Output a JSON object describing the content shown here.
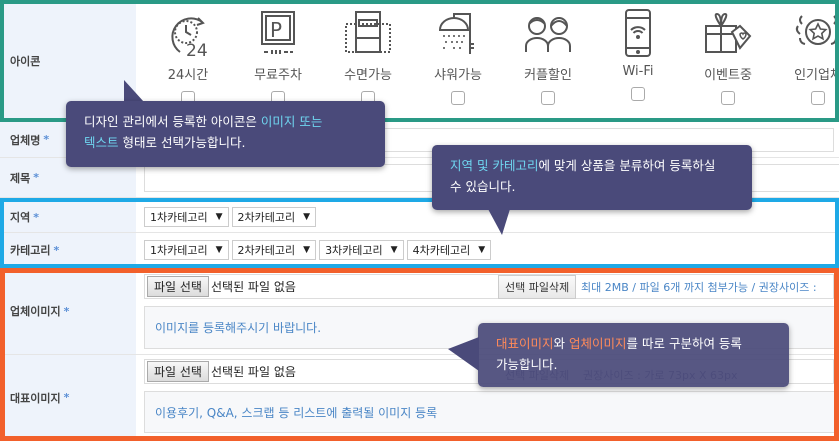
{
  "rows": {
    "icons": {
      "label": "아이콘"
    },
    "company_name": {
      "label": "업체명",
      "required": "*"
    },
    "title": {
      "label": "제목",
      "required": "*"
    },
    "region": {
      "label": "지역",
      "required": "*"
    },
    "category": {
      "label": "카테고리",
      "required": "*"
    },
    "company_image": {
      "label": "업체이미지",
      "required": "*"
    },
    "main_image": {
      "label": "대표이미지",
      "required": "*"
    }
  },
  "icons": [
    {
      "name": "24-hours-icon",
      "label": "24시간"
    },
    {
      "name": "parking-icon",
      "label": "무료주차"
    },
    {
      "name": "bed-icon",
      "label": "수면가능"
    },
    {
      "name": "shower-icon",
      "label": "샤워가능"
    },
    {
      "name": "couple-icon",
      "label": "커플할인"
    },
    {
      "name": "wifi-phone-icon",
      "label": "Wi-Fi"
    },
    {
      "name": "gift-icon",
      "label": "이벤트중"
    },
    {
      "name": "popular-star-icon",
      "label": "인기업체"
    }
  ],
  "region_selects": [
    {
      "value": "1차카테고리",
      "arrow": "▼"
    },
    {
      "value": "2차카테고리",
      "arrow": "▼"
    }
  ],
  "category_selects": [
    {
      "value": "1차카테고리",
      "arrow": "▼"
    },
    {
      "value": "2차카테고리",
      "arrow": "▼"
    },
    {
      "value": "3차카테고리",
      "arrow": "▼"
    },
    {
      "value": "4차카테고리",
      "arrow": "▼"
    }
  ],
  "company_image": {
    "file_button": "파일 선택",
    "file_status": "선택된 파일 없음",
    "delete_button": "선택 파일삭제",
    "hint": "최대 2MB / 파일 6개 까지 첨부가능 / 권장사이즈 :",
    "preview_text": "이미지를 등록해주시기 바랍니다."
  },
  "main_image": {
    "file_button": "파일 선택",
    "file_status": "선택된 파일 없음",
    "delete_button": "선택 파일삭제",
    "hint": "권장사이즈 : 가로 73px X 63px",
    "preview_text": "이용후기, Q&A, 스크랩 등 리스트에 출력될 이미지 등록"
  },
  "tooltips": {
    "icons": {
      "part1": "디자인 관리에서 등록한 아이콘은 ",
      "highlight1": "이미지 또는",
      "highlight2": "텍스트",
      "part2": " 형태로 선택가능합니다."
    },
    "category": {
      "highlight": "지역 및 카테고리",
      "part1": "에 맞게 상품을 분류하여 등록하실",
      "part2": "수 있습니다."
    },
    "images": {
      "highlight1": "대표이미지",
      "part1": "와 ",
      "highlight2": "업체이미지",
      "part2": "를 따로 구분하여 등록",
      "part3": "가능합니다."
    }
  },
  "colors": {
    "frame_icons": "#2a9a86",
    "frame_category": "#1ea9e6",
    "frame_images": "#f2602b",
    "tooltip_bg": "#4a4a7a",
    "highlight_cyan": "#6fd6f0",
    "highlight_orange": "#ff8a5a"
  }
}
